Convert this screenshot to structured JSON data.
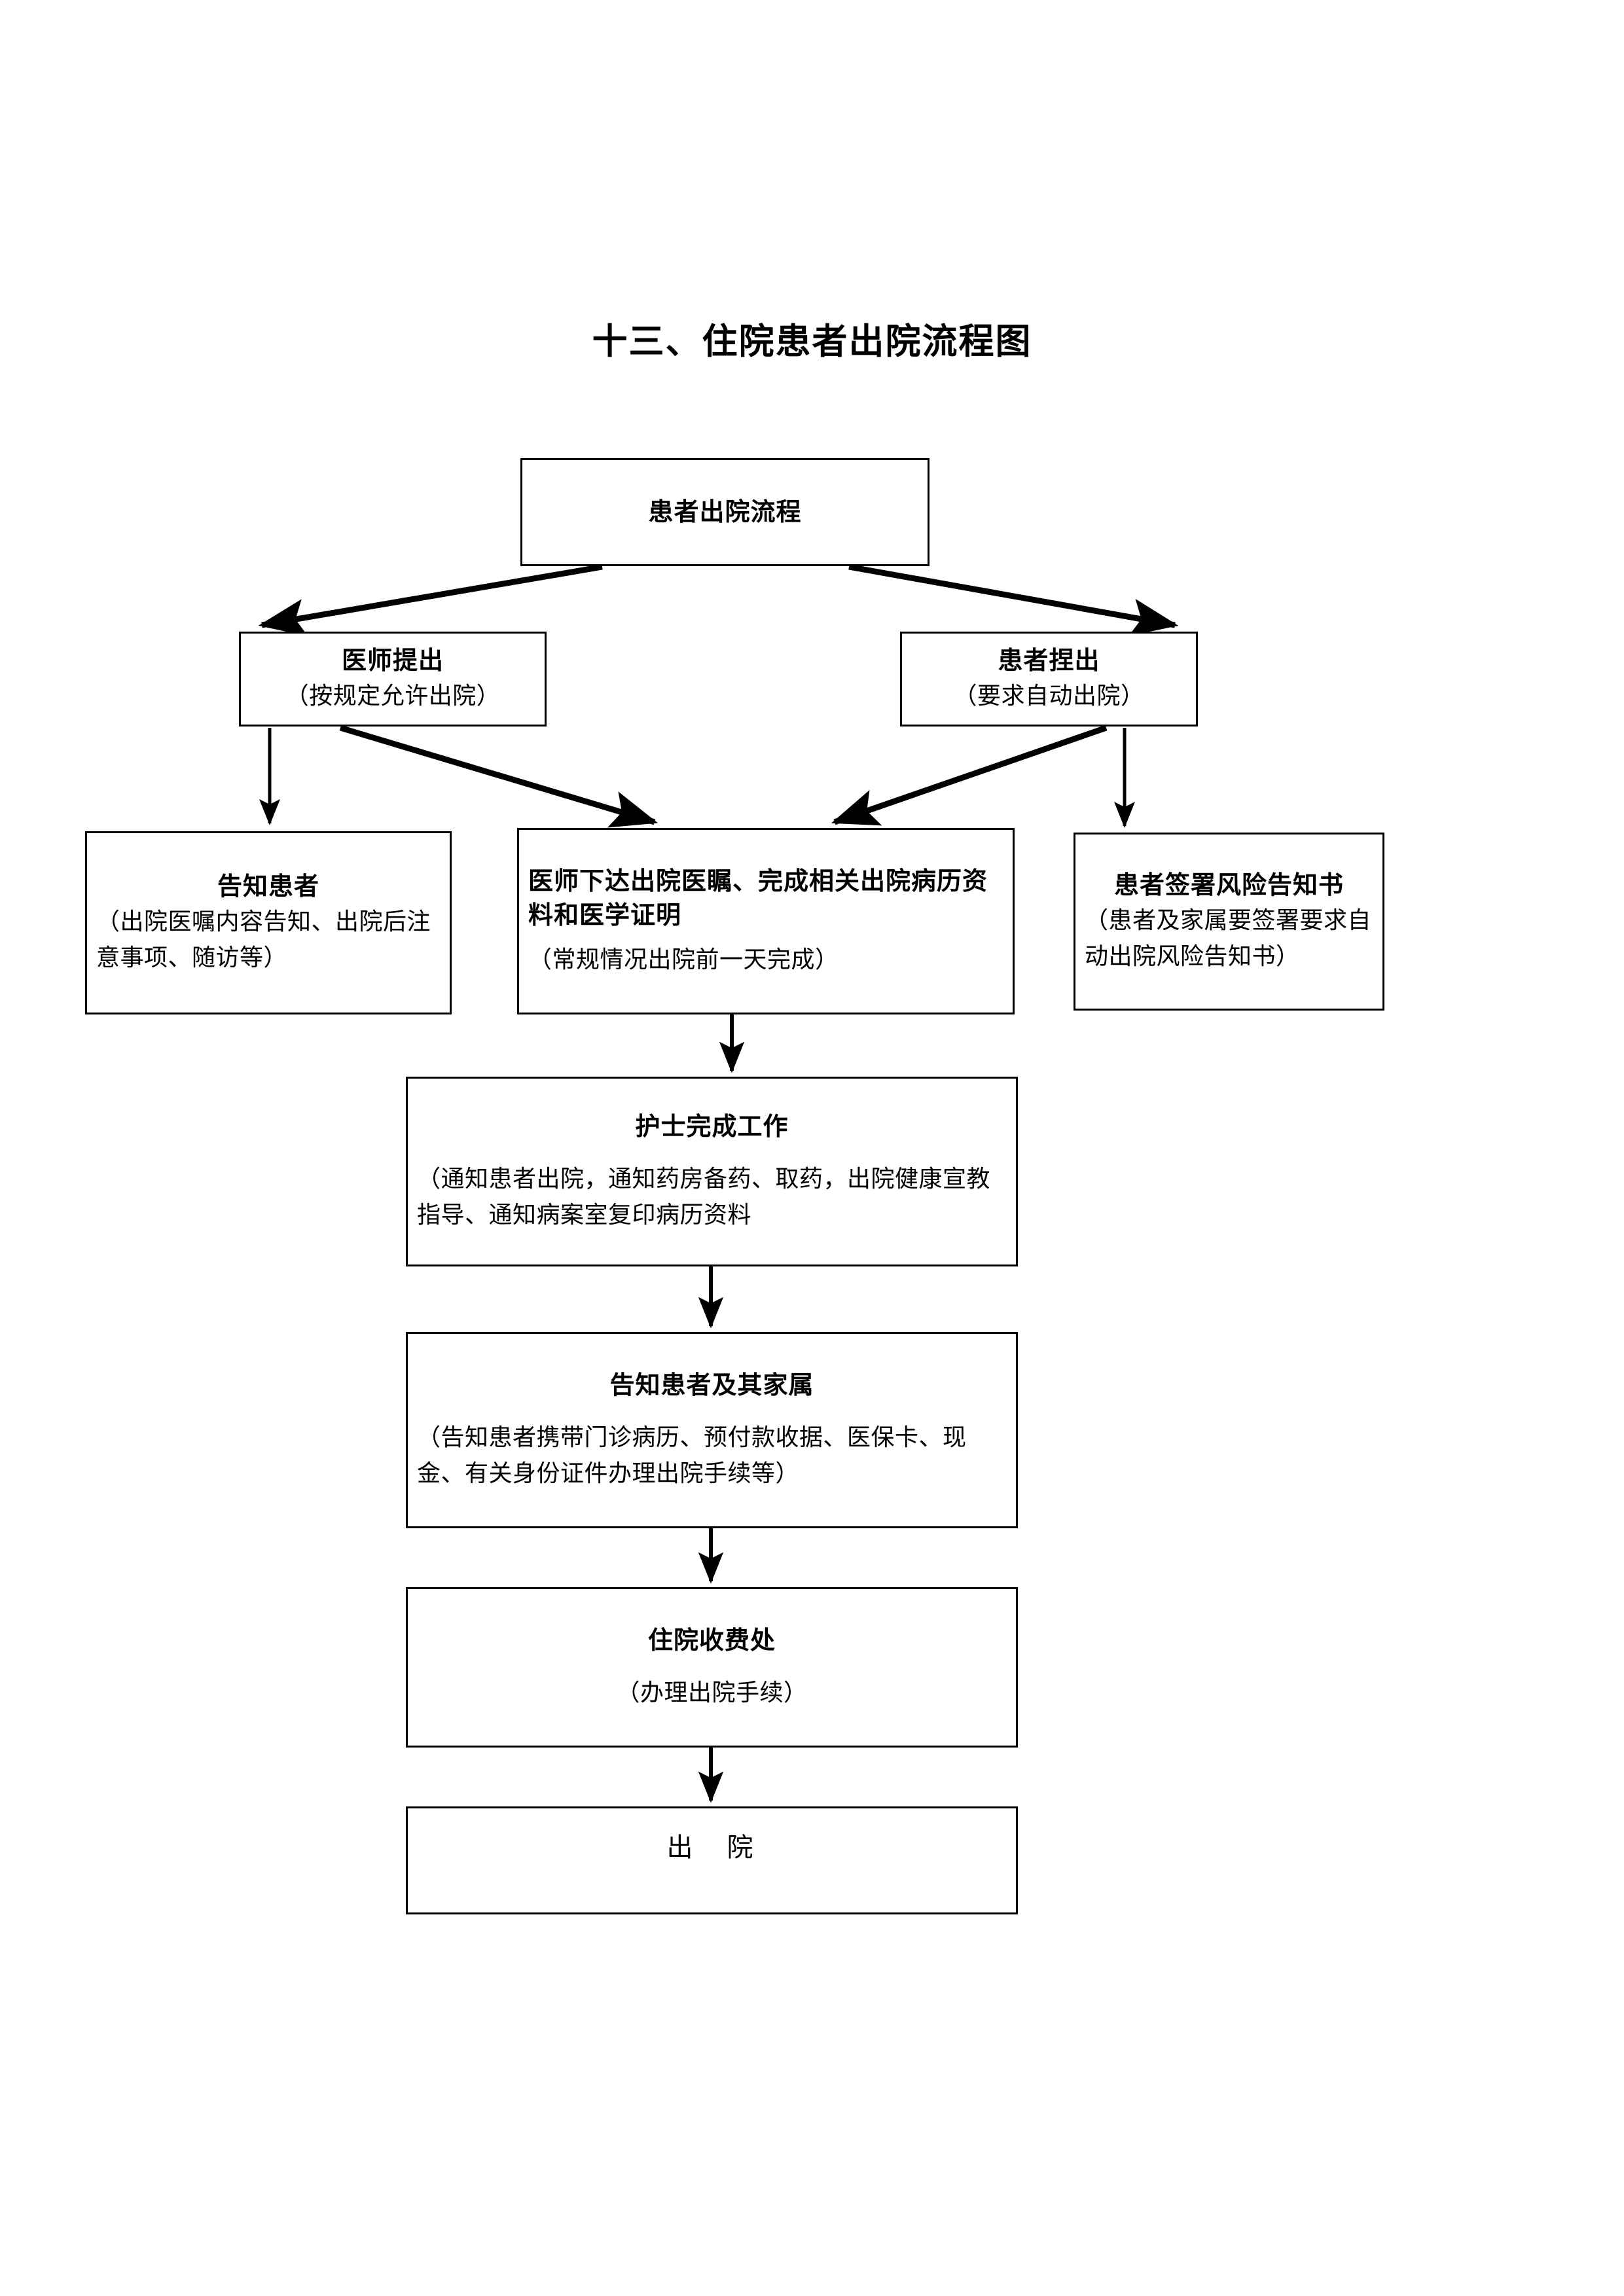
{
  "document": {
    "title": "十三、住院患者出院流程图"
  },
  "flowchart": {
    "type": "flowchart",
    "orientation": "top-down",
    "nodes": {
      "start": {
        "heading": "患者出院流程"
      },
      "doctor_proposal": {
        "heading": "医师提出",
        "sub": "（按规定允许出院）"
      },
      "patient_proposal": {
        "heading": "患者捏出",
        "sub": "（要求自动出院）"
      },
      "inform_patient": {
        "heading": "告知患者",
        "sub": "（出院医嘱内容告知、出院后注意事项、随访等）"
      },
      "discharge_orders": {
        "heading": "医师下达出院医瞩、完成相关出院病历资料和医学证明",
        "sub": "（常规情况出院前一天完成）"
      },
      "risk_notice": {
        "heading": "患者签署风险告知书",
        "sub": "（患者及家属要签署要求自动出院风险告知书）"
      },
      "nurse_work": {
        "heading": "护士完成工作",
        "sub": "（通知患者出院，通知药房备药、取药，出院健康宣教指导、通知病案室复印病历资料"
      },
      "inform_family": {
        "heading": "告知患者及其家属",
        "sub": "（告知患者携带门诊病历、预付款收据、医保卡、现金、有关身份证件办理出院手续等）"
      },
      "cashier": {
        "heading": "住院收费处",
        "sub": "（办理出院手续）"
      },
      "exit": {
        "heading": "出　院"
      }
    },
    "edges": [
      {
        "from": "start",
        "to": "doctor_proposal",
        "style": "diagonal-arrow"
      },
      {
        "from": "start",
        "to": "patient_proposal",
        "style": "diagonal-arrow"
      },
      {
        "from": "doctor_proposal",
        "to": "inform_patient",
        "style": "vertical-arrow"
      },
      {
        "from": "doctor_proposal",
        "to": "discharge_orders",
        "style": "diagonal-arrow"
      },
      {
        "from": "patient_proposal",
        "to": "discharge_orders",
        "style": "diagonal-arrow"
      },
      {
        "from": "patient_proposal",
        "to": "risk_notice",
        "style": "vertical-arrow"
      },
      {
        "from": "discharge_orders",
        "to": "nurse_work",
        "style": "vertical-arrow"
      },
      {
        "from": "nurse_work",
        "to": "inform_family",
        "style": "vertical-arrow"
      },
      {
        "from": "inform_family",
        "to": "cashier",
        "style": "vertical-arrow"
      },
      {
        "from": "cashier",
        "to": "exit",
        "style": "vertical-arrow"
      }
    ],
    "colors": {
      "stroke": "#000000",
      "fill": "#ffffff",
      "text": "#000000"
    }
  }
}
